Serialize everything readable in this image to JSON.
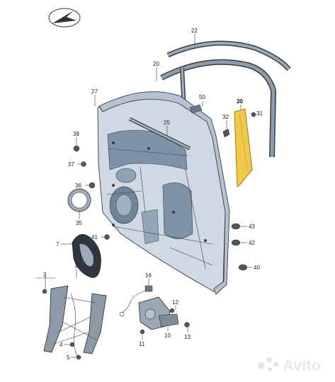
{
  "callouts": {
    "n1": "1",
    "n3": "3",
    "n4": "4",
    "n5": "5",
    "n7": "7",
    "n10": "10",
    "n11": "11",
    "n12": "12",
    "n13": "13",
    "n16": "16",
    "n20": "20",
    "n22": "22",
    "n25": "25",
    "n27": "27",
    "n30": "30",
    "n31": "31",
    "n32": "32",
    "n35": "35",
    "n36": "36",
    "n37": "37",
    "n38": "38",
    "n40": "40",
    "n41": "41",
    "n42": "42",
    "n43": "43",
    "n50": "50"
  },
  "highlight": {
    "part_number": "30",
    "color": "#f2c84b",
    "outline": "#a07a10"
  },
  "colors": {
    "door_fill": "#cfd9e4",
    "door_dark": "#7f93a8",
    "door_shadow": "#a4b3c3"
  },
  "watermark": {
    "text": "Avito"
  },
  "icons": {
    "logo": "view-direction-arrow-icon"
  }
}
